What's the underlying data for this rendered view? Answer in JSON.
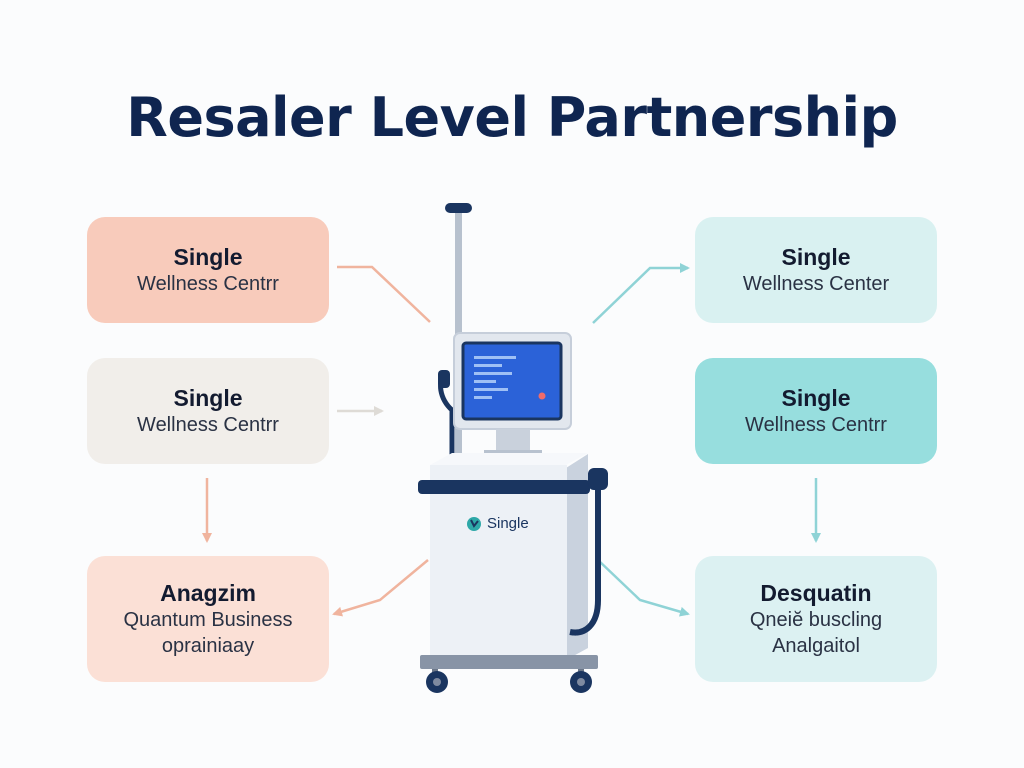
{
  "title": "Resaler Level Partnership",
  "cards": {
    "left_top": {
      "name": "Single",
      "line1": "Wellness Centrr"
    },
    "left_middle": {
      "name": "Single",
      "line1": "Wellness Centrr"
    },
    "left_bottom": {
      "name": "Anagzim",
      "line1": "Quantum Business",
      "line2": "oprainiaay"
    },
    "right_top": {
      "name": "Single",
      "line1": "Wellness Center"
    },
    "right_middle": {
      "name": "Single",
      "line1": "Wellness Centrr"
    },
    "right_bottom": {
      "name": "Desquatin",
      "line1": "Qneiĕ buscling",
      "line2": "Analgaitol"
    }
  },
  "device": {
    "label": "Single"
  },
  "colors": {
    "title": "#0f2550",
    "left_accent": "#f0b49e",
    "right_accent": "#8fd3d6",
    "screen": "#2b62d8",
    "device_navy": "#1a3560"
  }
}
